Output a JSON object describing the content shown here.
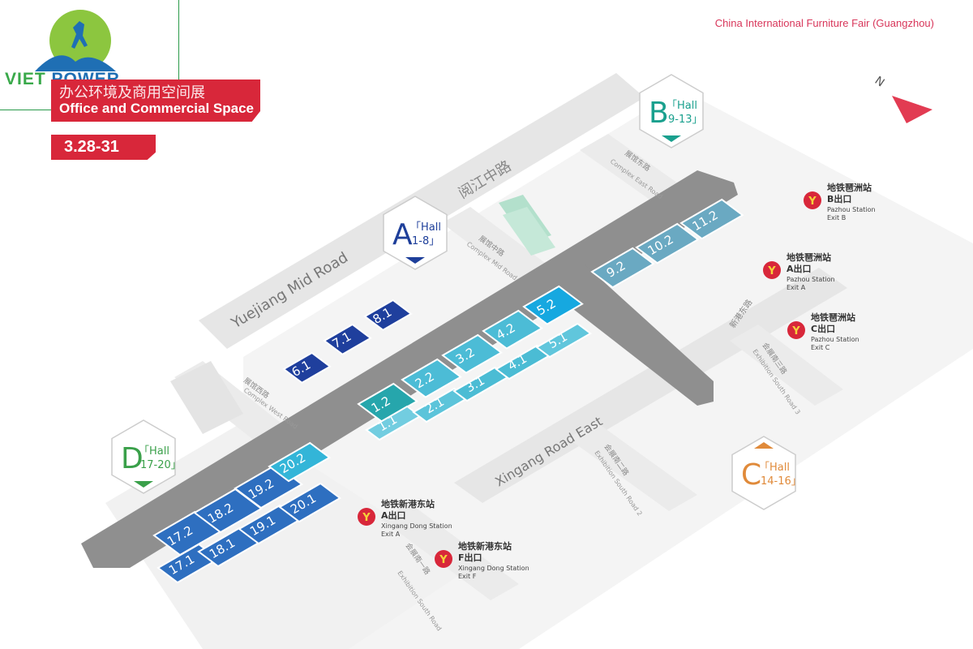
{
  "fair_name": "China International Furniture Fair (Guangzhou)",
  "logo": {
    "word1": "VIET",
    "word2": "POWER"
  },
  "banner": {
    "title_cn": "办公环境及商用空间展",
    "title_en": "Office and Commercial Space",
    "dates": "3.28-31"
  },
  "compass": {
    "label": "N"
  },
  "zones": [
    {
      "letter": "A",
      "hall_word": "「Hall",
      "range": "1-8」",
      "color": "#1e3f9a"
    },
    {
      "letter": "B",
      "hall_word": "「Hall",
      "range": "9-13」",
      "color": "#1aa08e"
    },
    {
      "letter": "C",
      "hall_word": "「Hall",
      "range": "14-16」",
      "color": "#e08a3a"
    },
    {
      "letter": "D",
      "hall_word": "「Hall",
      "range": "17-20」",
      "color": "#3aa04a"
    }
  ],
  "roads": {
    "yuejiang": "Yuejiang Mid Road",
    "xingang": "Xingang Road East",
    "yuejiang_cn": "阅江中路",
    "complex_west_cn": "展馆西路",
    "complex_west_en": "Complex West Road",
    "complex_mid_cn": "展馆中路",
    "complex_mid_en": "Complex Mid Road",
    "complex_east_cn": "展馆东路",
    "complex_east_en": "Complex East Road",
    "xingang_east_cn": "新港东路",
    "south1_cn": "会展南一路",
    "south1_en": "Exhibition South Road",
    "south2_cn": "会展南二路",
    "south2_en": "Exhibition South Road 2",
    "south3_cn": "会展南三路",
    "south3_en": "Exhibition South Road 3"
  },
  "halls": [
    {
      "id": "6.1",
      "color": "#1f3f9d"
    },
    {
      "id": "7.1",
      "color": "#1f3f9d"
    },
    {
      "id": "8.1",
      "color": "#1f3f9d"
    },
    {
      "id": "1.2",
      "color": "#26a6ac"
    },
    {
      "id": "2.2",
      "color": "#4cbcd6"
    },
    {
      "id": "3.2",
      "color": "#4cbcd6"
    },
    {
      "id": "4.2",
      "color": "#4cbcd6"
    },
    {
      "id": "5.2",
      "color": "#16a8e0"
    },
    {
      "id": "1.1",
      "color": "#72cde0"
    },
    {
      "id": "2.1",
      "color": "#5cc4da"
    },
    {
      "id": "3.1",
      "color": "#4bbcd4"
    },
    {
      "id": "4.1",
      "color": "#4bbcd4"
    },
    {
      "id": "5.1",
      "color": "#60c6dc"
    },
    {
      "id": "9.2",
      "color": "#6aa9c2"
    },
    {
      "id": "10.2",
      "color": "#6aa9c2"
    },
    {
      "id": "11.2",
      "color": "#6aa9c2"
    },
    {
      "id": "17.2",
      "color": "#2e6fc0"
    },
    {
      "id": "18.2",
      "color": "#2e6fc0"
    },
    {
      "id": "19.2",
      "color": "#2e6fc0"
    },
    {
      "id": "20.2",
      "color": "#33b5d8"
    },
    {
      "id": "17.1",
      "color": "#2e6fc0"
    },
    {
      "id": "18.1",
      "color": "#2e6fc0"
    },
    {
      "id": "19.1",
      "color": "#2e6fc0"
    },
    {
      "id": "20.1",
      "color": "#2e6fc0"
    }
  ],
  "stations": [
    {
      "cn": "地铁琶洲站",
      "exit_cn": "B出口",
      "en": "Pazhou Station",
      "exit_en": "Exit B"
    },
    {
      "cn": "地铁琶洲站",
      "exit_cn": "A出口",
      "en": "Pazhou Station",
      "exit_en": "Exit A"
    },
    {
      "cn": "地铁琶洲站",
      "exit_cn": "C出口",
      "en": "Pazhou Station",
      "exit_en": "Exit C"
    },
    {
      "cn": "地铁新港东站",
      "exit_cn": "A出口",
      "en": "Xingang Dong Station",
      "exit_en": "Exit A"
    },
    {
      "cn": "地铁新港东站",
      "exit_cn": "F出口",
      "en": "Xingang Dong Station",
      "exit_en": "Exit F"
    }
  ]
}
